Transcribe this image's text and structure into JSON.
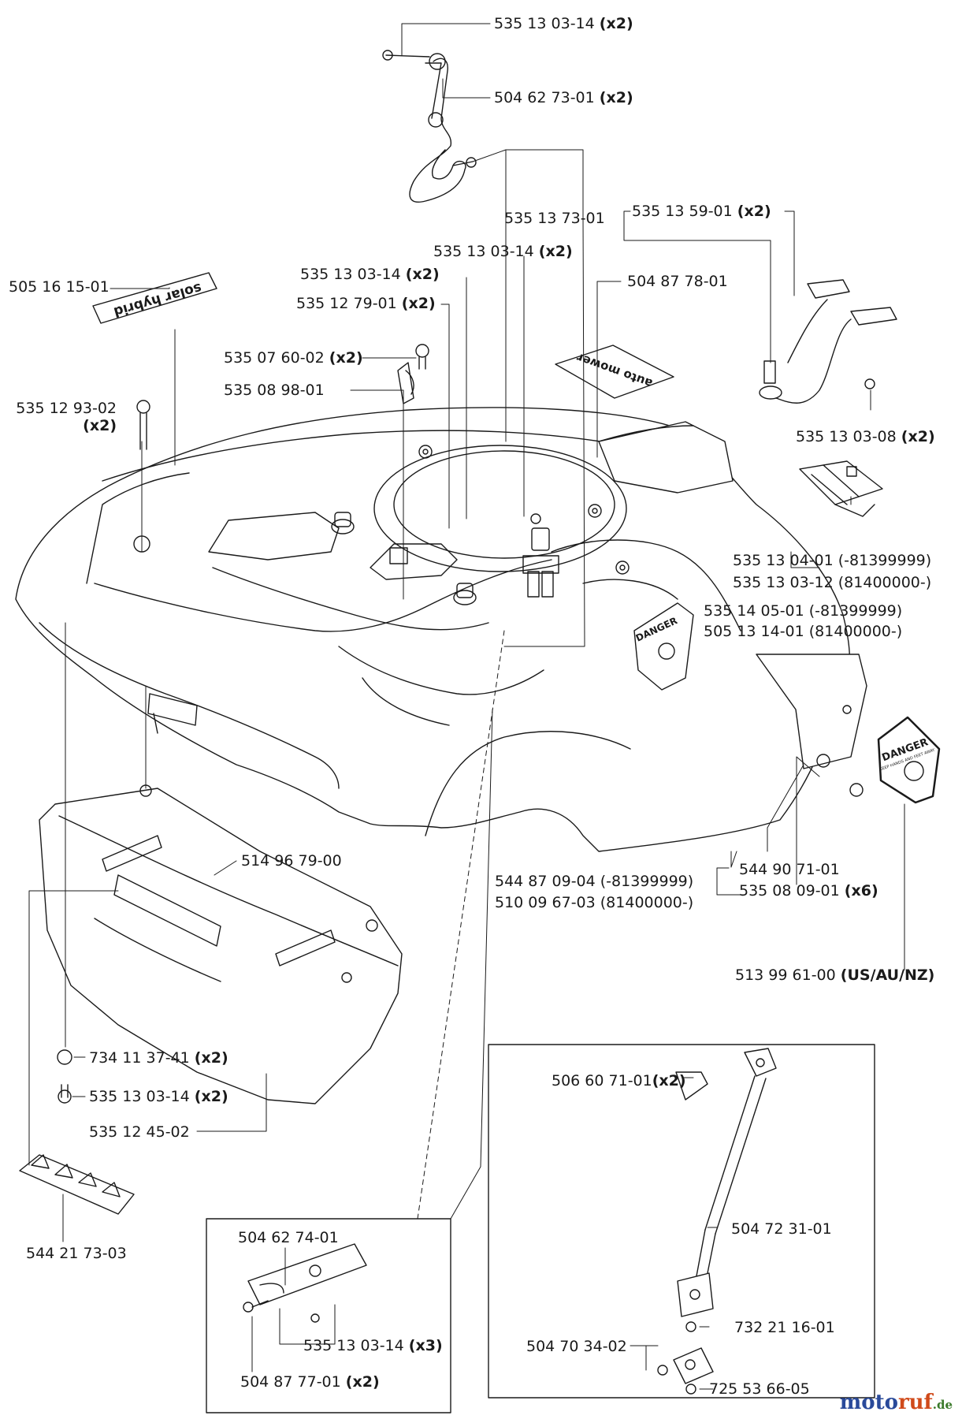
{
  "labels": {
    "p1": {
      "num": "535 13 03-14",
      "qty": "(x2)"
    },
    "p2": {
      "num": "504 62 73-01",
      "qty": "(x2)"
    },
    "p3": {
      "num": "535 13 73-01",
      "qty": ""
    },
    "p4": {
      "num": "535 13 59-01",
      "qty": "(x2)"
    },
    "p5": {
      "num": "535 13 03-14",
      "qty": "(x2)"
    },
    "p6": {
      "num": "535 13 03-14",
      "qty": "(x2)"
    },
    "p7": {
      "num": "504 87 78-01",
      "qty": ""
    },
    "p8": {
      "num": "505 16 15-01",
      "qty": ""
    },
    "p9": {
      "num": "535 12 79-01",
      "qty": "(x2)"
    },
    "p10": {
      "num": "535 07 60-02",
      "qty": "(x2)"
    },
    "p11": {
      "num": "535 08 98-01",
      "qty": ""
    },
    "p12": {
      "num": "535 12 93-02",
      "qty": "(x2)"
    },
    "p13": {
      "num": "535 13 03-08",
      "qty": "(x2)"
    },
    "p14a": {
      "num": "535 13 04-01 (-81399999)",
      "qty": ""
    },
    "p14b": {
      "num": "535 13 03-12 (81400000-)",
      "qty": ""
    },
    "p15a": {
      "num": "535 14 05-01 (-81399999)",
      "qty": ""
    },
    "p15b": {
      "num": "505 13 14-01 (81400000-)",
      "qty": ""
    },
    "p16": {
      "num": "514 96 79-00",
      "qty": ""
    },
    "p17a": {
      "num": "544 87 09-04 (-81399999)",
      "qty": ""
    },
    "p17b": {
      "num": "510 09 67-03 (81400000-)",
      "qty": ""
    },
    "p18": {
      "num": "544 90 71-01",
      "qty": ""
    },
    "p19": {
      "num": "535 08 09-01",
      "qty": "(x6)"
    },
    "p20": {
      "num": "513 99 61-00",
      "qty": "(US/AU/NZ)"
    },
    "p21": {
      "num": "734 11 37-41",
      "qty": "(x2)"
    },
    "p22": {
      "num": "535 13 03-14",
      "qty": "(x2)"
    },
    "p23": {
      "num": "535 12 45-02",
      "qty": ""
    },
    "p24": {
      "num": "544 21 73-03",
      "qty": ""
    },
    "p25": {
      "num": "506 60 71-01",
      "qty": "(x2)"
    },
    "p26": {
      "num": "504 72 31-01",
      "qty": ""
    },
    "p27": {
      "num": "732 21 16-01",
      "qty": ""
    },
    "p28": {
      "num": "504 70 34-02",
      "qty": ""
    },
    "p29": {
      "num": "725 53 66-05",
      "qty": ""
    },
    "p30": {
      "num": "504 62 74-01",
      "qty": ""
    },
    "p31": {
      "num": "535 13 03-14",
      "qty": "(x3)"
    },
    "p32": {
      "num": "504 87 77-01",
      "qty": "(x2)"
    }
  },
  "decals": {
    "solar": "solar hybrid",
    "auto": "auto mower",
    "danger": "DANGER",
    "danger_sub": "KEEP HANDS AND FEET AWAY"
  },
  "watermark": {
    "a": "moto",
    "b": "ruf",
    "c": ".de"
  }
}
